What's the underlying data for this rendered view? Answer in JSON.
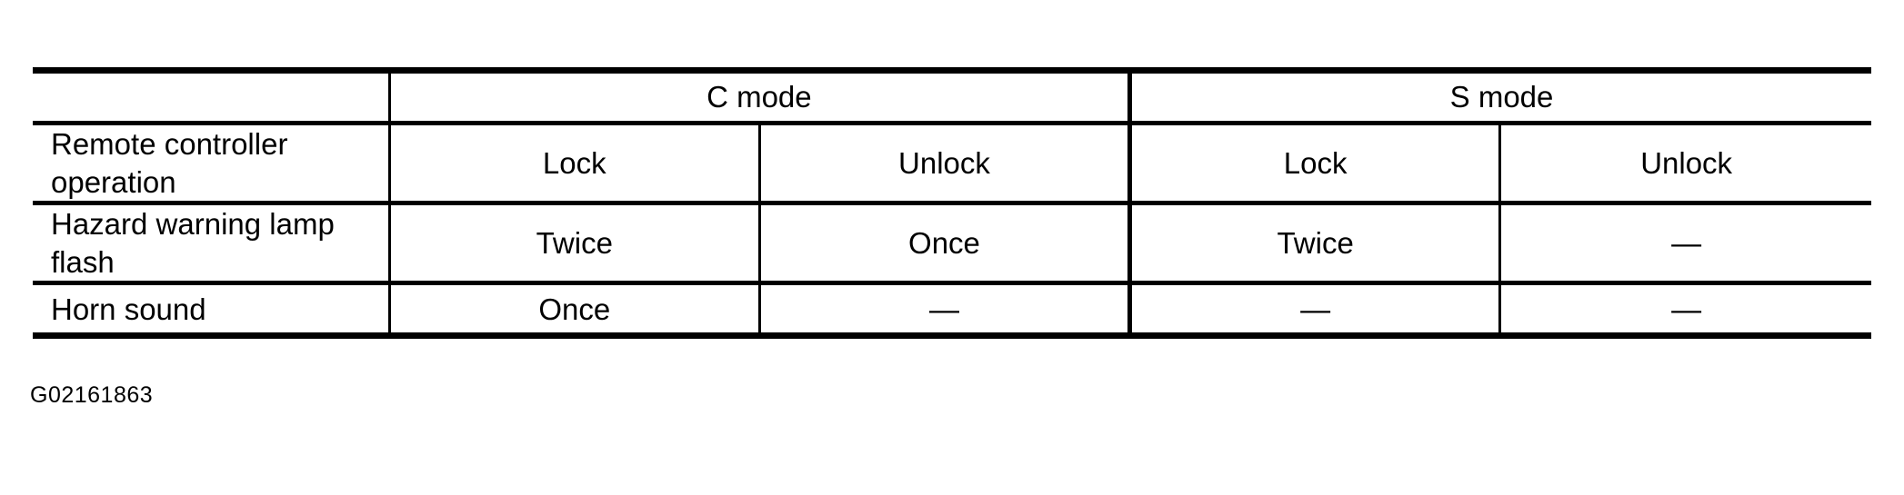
{
  "figure": {
    "caption": "G02161863"
  },
  "table": {
    "mode_headers": [
      {
        "label": "C mode",
        "colspan": 2
      },
      {
        "label": "S mode",
        "colspan": 2
      }
    ],
    "sub_headers": [
      "Lock",
      "Unlock",
      "Lock",
      "Unlock"
    ],
    "row_label_header": "",
    "rows": [
      {
        "label_lines": [
          "Remote controller",
          "operation"
        ],
        "label": "Remote controller operation",
        "cells": [
          "Lock",
          "Unlock",
          "Lock",
          "Unlock"
        ]
      },
      {
        "label_lines": [
          "Hazard warning lamp",
          "flash"
        ],
        "label": "Hazard warning lamp flash",
        "cells": [
          "Twice",
          "Once",
          "Twice",
          "—"
        ]
      },
      {
        "label_lines": [
          "Horn sound"
        ],
        "label": "Horn sound",
        "cells": [
          "Once",
          "—",
          "—",
          "—"
        ]
      }
    ]
  },
  "colors": {
    "rule": "#000000",
    "text": "#000000",
    "background": "#ffffff"
  }
}
